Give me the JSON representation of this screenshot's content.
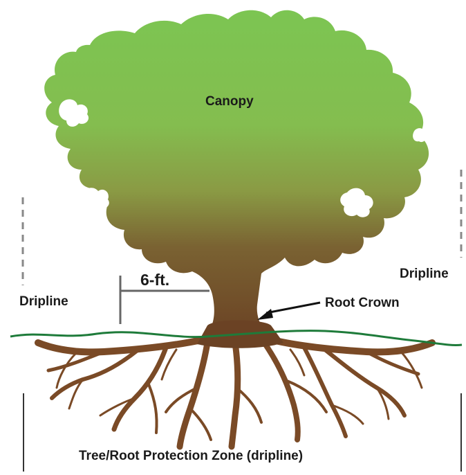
{
  "labels": {
    "canopy": "Canopy",
    "dripline_left": "Dripline",
    "dripline_right": "Dripline",
    "distance": "6-ft.",
    "root_crown": "Root Crown",
    "protection_zone": "Tree/Root Protection Zone  (dripline)"
  },
  "colors": {
    "canopy_top": "#7dc352",
    "canopy_mid": "#8aa84a",
    "trunk": "#6b4224",
    "roots": "#7a4a26",
    "ground_line": "#1e7b3a",
    "dashed_lines": "#888888",
    "marker_lines": "#555555",
    "label_text": "#1a1a1a"
  }
}
